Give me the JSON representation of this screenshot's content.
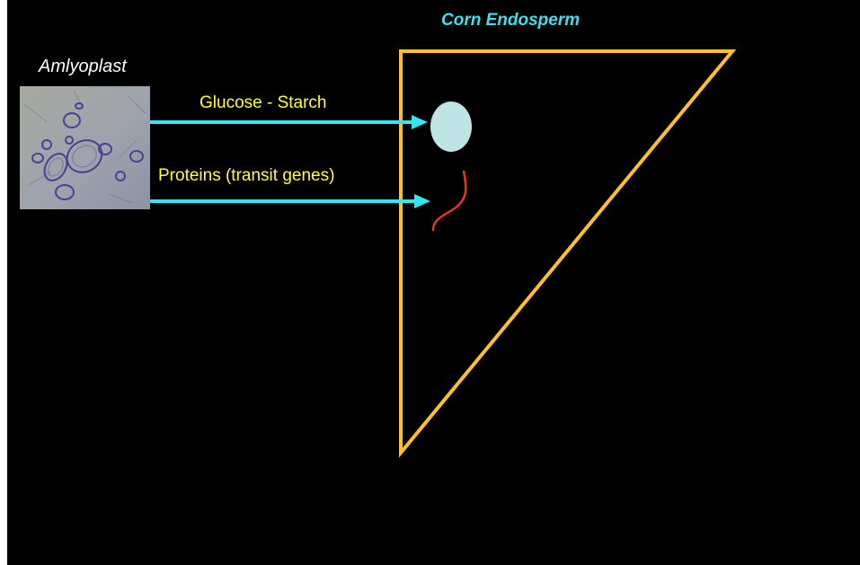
{
  "title": "Corn Endosperm",
  "amyloplast_label": "Amlyoplast",
  "arrow_labels": {
    "glucose": "Glucose - Starch",
    "proteins": "Proteins (transit genes)"
  },
  "colors": {
    "background": "#000000",
    "title": "#3ee0ee",
    "label_text": "#ffff33",
    "caption_text": "#ffffff",
    "arrow": "#33e6f2",
    "triangle": "#ffc125",
    "starch_granule": "#bfe4e6",
    "protein_strand": "#e8361b"
  }
}
